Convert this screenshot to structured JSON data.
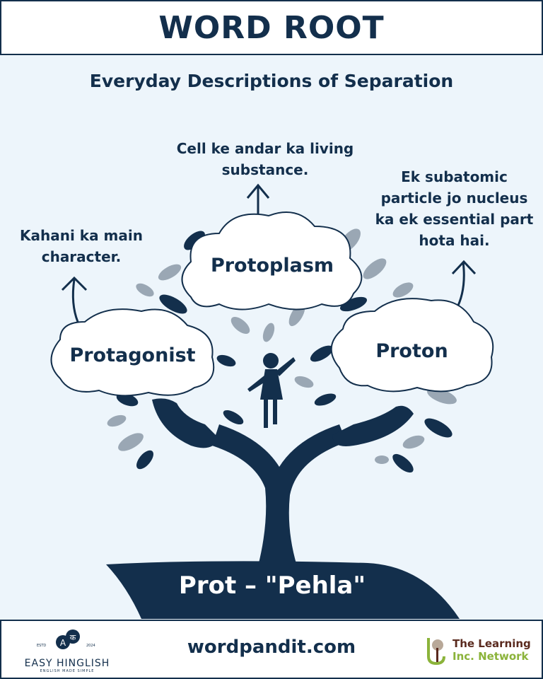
{
  "header": {
    "title": "WORD ROOT"
  },
  "subtitle": "Everyday Descriptions of Separation",
  "words": [
    {
      "word": "Protoplasm",
      "definition": "Cell ke andar ka living substance."
    },
    {
      "word": "Protagonist",
      "definition": "Kahani ka main character."
    },
    {
      "word": "Proton",
      "definition": "Ek subatomic particle jo nucleus ka ek essential part hota hai."
    }
  ],
  "root": "Prot – \"Pehla\"",
  "footer": {
    "site": "wordpandit.com",
    "left_logo": {
      "name": "EASY HINGLISH",
      "tagline": "ENGLISH MADE SIMPLE",
      "estd": "ESTD",
      "year": "2024",
      "glyph_a": "A",
      "glyph_k": "क"
    },
    "right_logo": {
      "line1": "The Learning",
      "line2": "Inc. Network"
    }
  },
  "colors": {
    "navy": "#132f4c",
    "background": "#edf5fb",
    "leaf_gray": "#9aa7b4"
  }
}
